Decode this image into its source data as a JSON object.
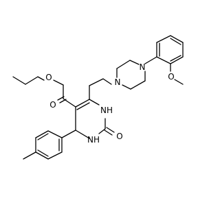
{
  "molecule": {
    "atom_labels": {
      "o_ester": "O",
      "o_carbonyl": "O",
      "n_pip_top": "N",
      "n_pip_bottom": "N",
      "o_methoxy": "O",
      "nh_upper": "NH",
      "nh_lower": "NH",
      "o_urea": "O"
    },
    "colors": {
      "bond": "#000000",
      "background": "#ffffff"
    }
  }
}
